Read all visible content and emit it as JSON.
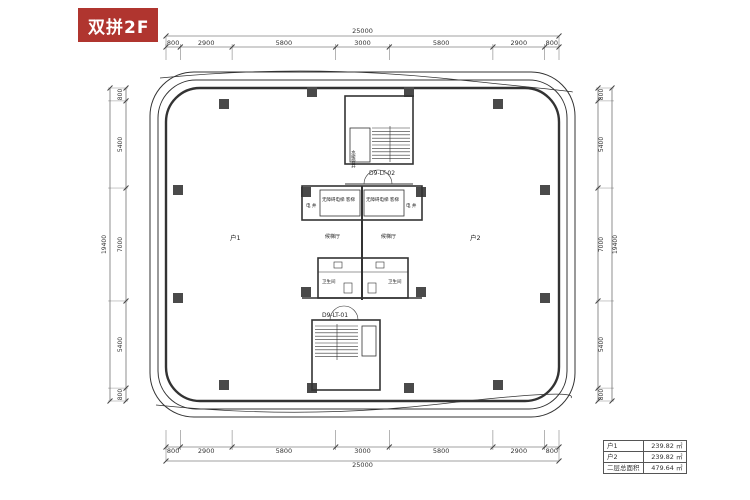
{
  "title": "双拼2F",
  "dimensions": {
    "total_width": "25000",
    "total_height": "19400",
    "horizontal_segments": [
      "800",
      "2900",
      "5800",
      "3000",
      "5800",
      "2900",
      "800"
    ],
    "vertical_segments": [
      "800",
      "5400",
      "7000",
      "5400",
      "800"
    ]
  },
  "labels": {
    "unit_1": "户1",
    "unit_2": "户2",
    "elevator_top": "D9-LT-02",
    "elevator_bottom": "D9-LT-01",
    "lobby_left": "候梯厅",
    "lobby_right": "候梯厅",
    "lift_left": "无障碍电梯 客梯",
    "lift_right": "无障碍电梯 客梯",
    "shaft_left": "电 井",
    "shaft_right": "电 井",
    "wc_left": "卫生间",
    "wc_right": "卫生间",
    "pipe": "水暖管井"
  },
  "area_table": [
    {
      "label": "户1",
      "value": "239.82 ㎡"
    },
    {
      "label": "户2",
      "value": "239.82 ㎡"
    },
    {
      "label": "二层总面积",
      "value": "479.64 ㎡"
    }
  ],
  "colors": {
    "badge": "#b0352f",
    "line": "#333333",
    "column": "#4a4a4a"
  }
}
